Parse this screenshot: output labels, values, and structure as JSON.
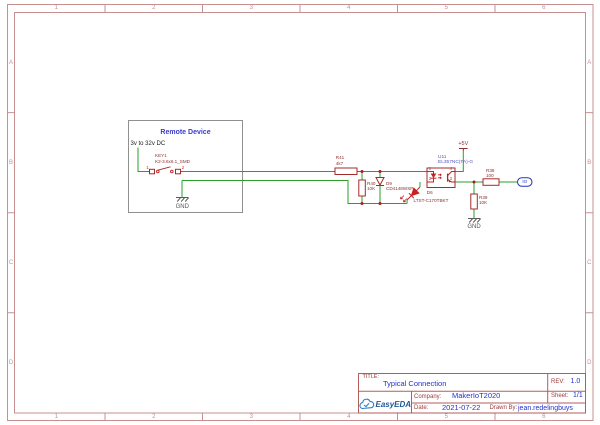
{
  "sheet": {
    "frame": {
      "columns": [
        "1",
        "2",
        "3",
        "4",
        "5",
        "6"
      ],
      "rows": [
        "A",
        "B",
        "C",
        "D"
      ]
    }
  },
  "remote_device": {
    "label": "Remote Device",
    "supply_label": "3v to 32v DC",
    "switch": {
      "ref": "KEY1",
      "part": "K2-3.6x6.1_SMD",
      "pin_1": "1",
      "pin_2": "2"
    },
    "gnd_label": "GND"
  },
  "circuit": {
    "r41": {
      "ref": "R41",
      "value": "4k7"
    },
    "r40": {
      "ref": "R40",
      "value": "10K"
    },
    "d9": {
      "ref": "D9",
      "value": "CD4148WSP"
    },
    "d6": {
      "ref": "D6",
      "value": "LTST-C170TBKT"
    },
    "u11": {
      "ref": "U11",
      "value": "EL357NC(TA)-G",
      "pin_1": "1",
      "pin_2": "2",
      "pin_3": "3",
      "pin_4": "4"
    },
    "r38": {
      "ref": "R38",
      "value": "100"
    },
    "r39": {
      "ref": "R39",
      "value": "10K"
    },
    "nets": {
      "vcc": "+5V",
      "gnd": "GND",
      "io": "IO"
    }
  },
  "title_block": {
    "title_label": "TITLE:",
    "title": "Typical Connection",
    "rev_label": "REV:",
    "rev": "1.0",
    "company_label": "Company:",
    "company": "MakerIoT2020",
    "sheet_label": "Sheet:",
    "sheet": "1/1",
    "date_label": "Date:",
    "date": "2021-07-22",
    "drawn_by_label": "Drawn By:",
    "drawn_by": "jean.redelingbuys",
    "logo_text": "EasyEDA"
  },
  "colors": {
    "wire": "#2aa02a",
    "component": "#a52a2a",
    "reference_text": "#8b3030",
    "net_text": "#2233bb",
    "frame": "#c79090",
    "title_values": "#2233cc"
  }
}
